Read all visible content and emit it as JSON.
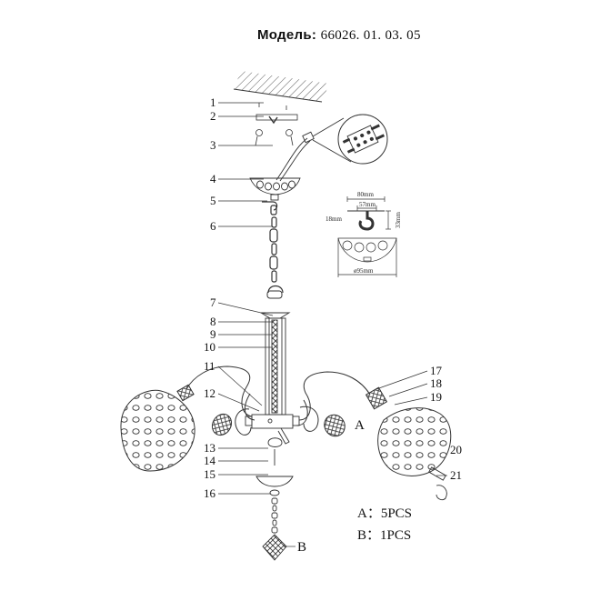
{
  "title": {
    "label": "Модель:",
    "model": "66026. 01. 03. 05"
  },
  "callouts": [
    "1",
    "2",
    "3",
    "4",
    "5",
    "6",
    "7",
    "8",
    "9",
    "10",
    "11",
    "12",
    "13",
    "14",
    "15",
    "16",
    "17",
    "18",
    "19",
    "20",
    "21"
  ],
  "markers": {
    "a": "A",
    "b": "B"
  },
  "hook_detail": {
    "width_outer": "80mm",
    "width_inner": "57mm",
    "left": "18mm",
    "height": "33mm",
    "canopy_width": "ø95mm"
  },
  "legend": {
    "a": "A：5PCS",
    "b": "B：1PCS"
  }
}
